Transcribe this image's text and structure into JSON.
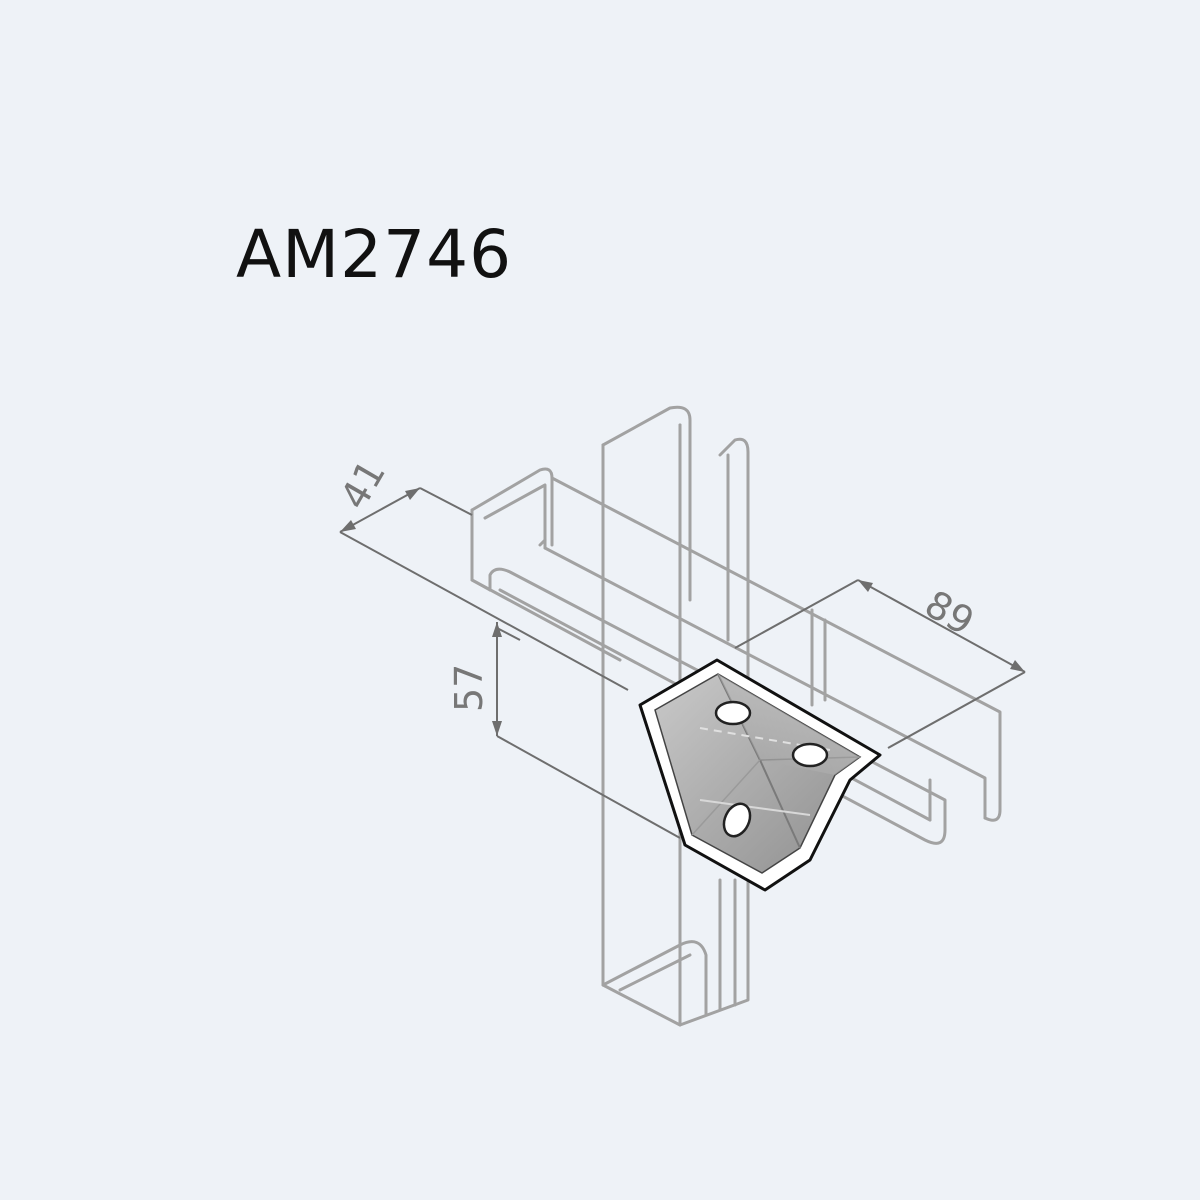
{
  "title": "AM2746",
  "dimensions": {
    "width": "41",
    "height": "57",
    "length": "89"
  },
  "colors": {
    "background": "#eef2f7",
    "outline": "#a2a2a2",
    "bracket_dark": "#8c8c8c",
    "bracket_light": "#c6c6c6",
    "dimension": "#6e6e6e"
  }
}
